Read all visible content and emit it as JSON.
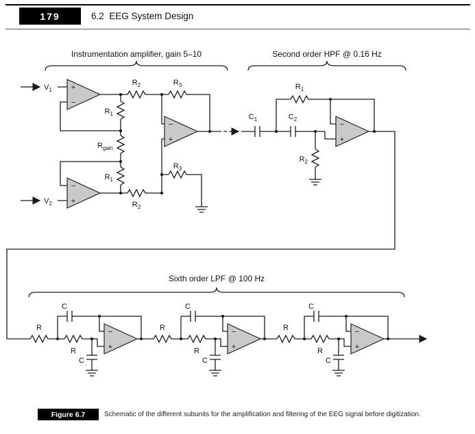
{
  "page": {
    "number": "179",
    "section": "6.2  EEG System Design"
  },
  "figure": {
    "label": "Figure 6.7",
    "caption": "Schematic of the different subunits for the amplification and filtering of the EEG signal before digitization."
  },
  "schematic": {
    "opamp_plus": "+",
    "opamp_minus": "−",
    "inamp": {
      "title": "Instrumentation amplifier, gain 5–10",
      "v1": {
        "main": "V",
        "sub": "1"
      },
      "v2": {
        "main": "V",
        "sub": "2"
      },
      "r1_top": {
        "main": "R",
        "sub": "1"
      },
      "rgain": {
        "main": "R",
        "sub": "gain"
      },
      "r1_bottom": {
        "main": "R",
        "sub": "1"
      },
      "r2_top": {
        "main": "R",
        "sub": "2"
      },
      "r3_top": {
        "main": "R",
        "sub": "3"
      },
      "r2_bottom": {
        "main": "R",
        "sub": "2"
      },
      "r3_bottom": {
        "main": "R",
        "sub": "3"
      }
    },
    "hpf": {
      "title": "Second order HPF @ 0.16 Hz",
      "c1": {
        "main": "C",
        "sub": "1"
      },
      "c2": {
        "main": "C",
        "sub": "2"
      },
      "r1": {
        "main": "R",
        "sub": "1"
      },
      "r2": {
        "main": "R",
        "sub": "2"
      }
    },
    "lpf": {
      "title": "Sixth order LPF @ 100 Hz",
      "r": "R",
      "c": "C"
    }
  }
}
